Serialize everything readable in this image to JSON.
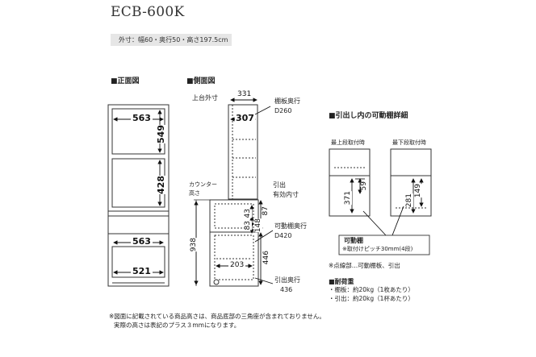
{
  "title": "ECB-600K",
  "subtitle": "外寸：幅60・奥行50・高さ197.5cm",
  "front": {
    "heading": "■正面図",
    "dims": [
      "563",
      "549",
      "428",
      "563",
      "521"
    ]
  },
  "side": {
    "heading": "■側面図",
    "top_outer_label": "上台外寸",
    "top_outer_value": "331",
    "shelf_depth_value": "307",
    "shelf_depth_label": "棚板奥行",
    "shelf_depth_d": "D260",
    "counter_label_1": "カウンター",
    "counter_label_2": "高さ",
    "drawer_label_1": "引出",
    "drawer_label_2": "有効内寸",
    "h43": "43",
    "h87": "87",
    "h83": "83",
    "h148": "148",
    "movable_label": "可動棚奥行",
    "movable_d": "D420",
    "h938": "938",
    "h446": "446",
    "w203": "203",
    "drawer_depth_label": "引出奥行",
    "drawer_depth_value": "436"
  },
  "detail": {
    "heading": "■引出し内の可動棚詳細",
    "top_label": "最上段取付時",
    "bottom_label": "最下段取付時",
    "h371": "371",
    "h59": "59",
    "h281": "281",
    "h149": "149",
    "box_title": "可動棚",
    "box_note": "※取付けピッチ30mm(4段)"
  },
  "dotted_note": "※点線部…可動棚板、引出",
  "load": {
    "heading": "■耐荷重",
    "shelf": "・棚板：約20kg（1枚あたり）",
    "drawer": "・引出：約20kg（1杯あたり）"
  },
  "footnote_1": "※図面に記載されている商品高さは、商品底部の三角座が含まれておりません。",
  "footnote_2": "実際の高さは表記のプラス３mmになります。"
}
